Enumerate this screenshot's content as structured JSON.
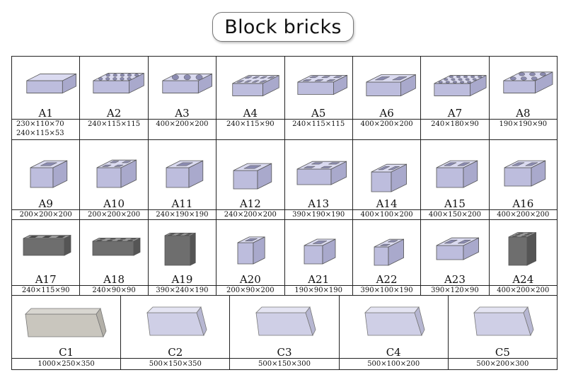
{
  "title": "Block bricks",
  "rows": [
    [
      {
        "code": "A1",
        "dims": "230×110×70",
        "dims2": "240×115×53",
        "icon": "solid-brick-icon"
      },
      {
        "code": "A2",
        "dims": "240×115×115",
        "icon": "ten-hole-brick-icon"
      },
      {
        "code": "A3",
        "dims": "400×200×200",
        "icon": "three-hole-block-icon"
      },
      {
        "code": "A4",
        "dims": "240×115×90",
        "icon": "eight-hole-brick-icon"
      },
      {
        "code": "A5",
        "dims": "240×115×115",
        "icon": "six-hole-brick-icon"
      },
      {
        "code": "A6",
        "dims": "400×200×200",
        "icon": "grooved-hollow-block-icon"
      },
      {
        "code": "A7",
        "dims": "240×180×90",
        "icon": "multi-hole-brick-icon"
      },
      {
        "code": "A8",
        "dims": "190×190×90",
        "icon": "round-hole-brick-icon"
      }
    ],
    [
      {
        "code": "A9",
        "dims": "200×200×200",
        "icon": "single-cavity-block-icon"
      },
      {
        "code": "A10",
        "dims": "200×200×200",
        "icon": "four-cavity-block-icon"
      },
      {
        "code": "A11",
        "dims": "240×190×190",
        "icon": "open-end-block-icon"
      },
      {
        "code": "A12",
        "dims": "240×200×200",
        "icon": "tilted-hollow-block-icon"
      },
      {
        "code": "A13",
        "dims": "390×190×190",
        "icon": "slotted-block-icon"
      },
      {
        "code": "A14",
        "dims": "400×100×200",
        "icon": "thin-hollow-block-icon"
      },
      {
        "code": "A15",
        "dims": "400×150×200",
        "icon": "two-cavity-block-icon"
      },
      {
        "code": "A16",
        "dims": "400×200×200",
        "icon": "double-cavity-block-icon"
      }
    ],
    [
      {
        "code": "A17",
        "dims": "240×115×90",
        "icon": "grey-three-hole-brick-icon"
      },
      {
        "code": "A18",
        "dims": "240×90×90",
        "icon": "grey-multi-hole-brick-icon"
      },
      {
        "code": "A19",
        "dims": "390×240×190",
        "icon": "diamond-grid-block-icon"
      },
      {
        "code": "A20",
        "dims": "200×90×200",
        "icon": "narrow-hollow-block-icon"
      },
      {
        "code": "A21",
        "dims": "190×90×190",
        "icon": "small-hollow-block-icon"
      },
      {
        "code": "A22",
        "dims": "390×100×190",
        "icon": "slim-two-hole-block-icon"
      },
      {
        "code": "A23",
        "dims": "390×120×90",
        "icon": "long-two-hole-block-icon"
      },
      {
        "code": "A24",
        "dims": "400×200×200",
        "icon": "grey-slotted-block-icon"
      }
    ],
    [
      {
        "code": "C1",
        "dims": "1000×250×350",
        "icon": "concrete-curbstone-icon"
      },
      {
        "code": "C2",
        "dims": "500×150×350",
        "icon": "curbstone-icon"
      },
      {
        "code": "C3",
        "dims": "500×150×300",
        "icon": "curbstone-icon"
      },
      {
        "code": "C4",
        "dims": "500×100×200",
        "icon": "curbstone-icon"
      },
      {
        "code": "C5",
        "dims": "500×200×300",
        "icon": "curbstone-icon"
      }
    ]
  ]
}
